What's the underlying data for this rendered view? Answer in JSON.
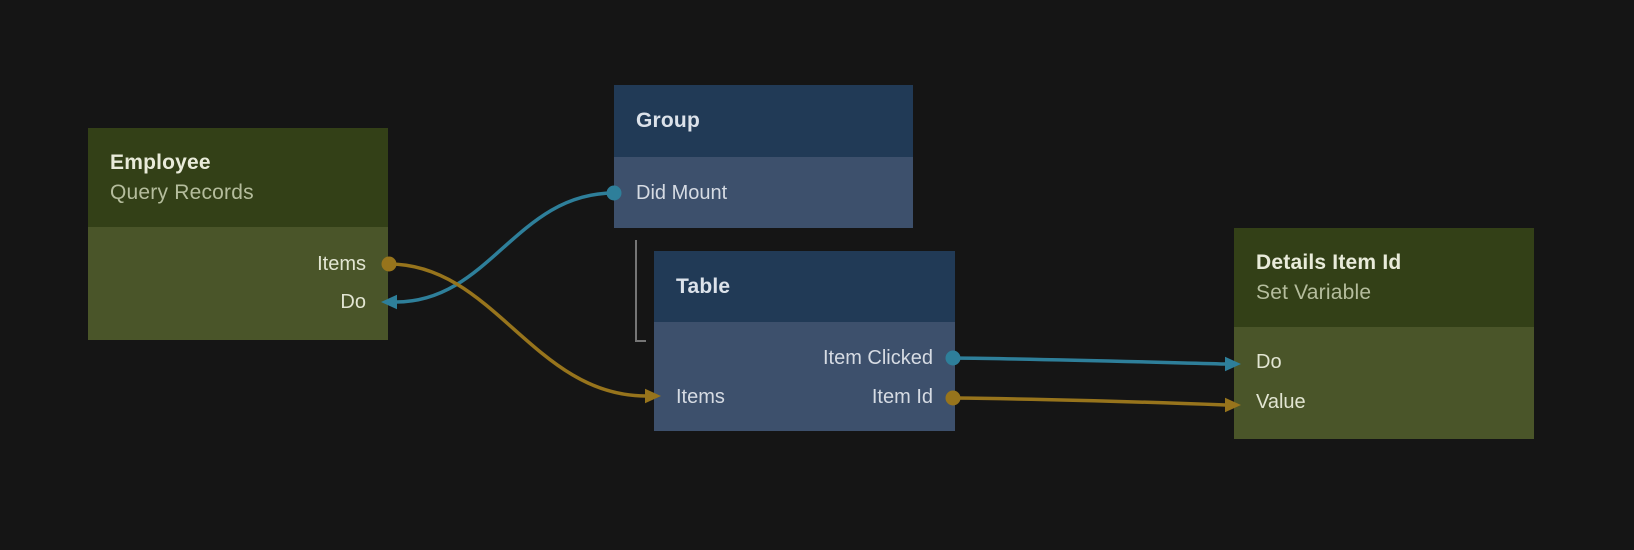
{
  "colors": {
    "canvasBg": "#151515",
    "greenHeader": "#334017",
    "greenBody": "#4A5529",
    "greenTitle": "#E9EBDA",
    "greenSubtitle": "#B5BD9D",
    "greenLabel": "#E2E5D2",
    "blueHeader": "#213A56",
    "blueBody": "#3D506C",
    "blueTitle": "#DCE2EA",
    "blueLabel": "#D6DBE3",
    "teal": "#2E7F9A",
    "gold": "#97741C",
    "bracket": "#757575"
  },
  "nodes": [
    {
      "id": "employee",
      "title": "Employee",
      "subtitle": "Query Records",
      "theme": "green",
      "ports": [
        {
          "name": "Items",
          "side": "right",
          "direction": "output",
          "color": "gold"
        },
        {
          "name": "Do",
          "side": "right",
          "direction": "input",
          "color": "teal"
        }
      ]
    },
    {
      "id": "group",
      "title": "Group",
      "theme": "blue",
      "ports": [
        {
          "name": "Did Mount",
          "side": "left",
          "direction": "output",
          "color": "teal"
        }
      ]
    },
    {
      "id": "table",
      "title": "Table",
      "theme": "blue",
      "ports": [
        {
          "name": "Item Clicked",
          "side": "right",
          "direction": "output",
          "color": "teal"
        },
        {
          "name": "Items",
          "side": "left",
          "direction": "input",
          "color": "gold"
        },
        {
          "name": "Item Id",
          "side": "right",
          "direction": "output",
          "color": "gold"
        }
      ]
    },
    {
      "id": "details-item-id",
      "title": "Details Item Id",
      "subtitle": "Set Variable",
      "theme": "green",
      "ports": [
        {
          "name": "Do",
          "side": "left",
          "direction": "input",
          "color": "teal"
        },
        {
          "name": "Value",
          "side": "left",
          "direction": "input",
          "color": "gold"
        }
      ]
    }
  ],
  "connections": [
    {
      "from": "Group.Did Mount",
      "to": "Employee.Do",
      "color": "teal"
    },
    {
      "from": "Employee.Items",
      "to": "Table.Items",
      "color": "gold"
    },
    {
      "from": "Table.Item Clicked",
      "to": "Details Item Id.Do",
      "color": "teal"
    },
    {
      "from": "Table.Item Id",
      "to": "Details Item Id.Value",
      "color": "gold"
    }
  ],
  "hierarchy": [
    {
      "parent": "Group",
      "child": "Table"
    }
  ]
}
